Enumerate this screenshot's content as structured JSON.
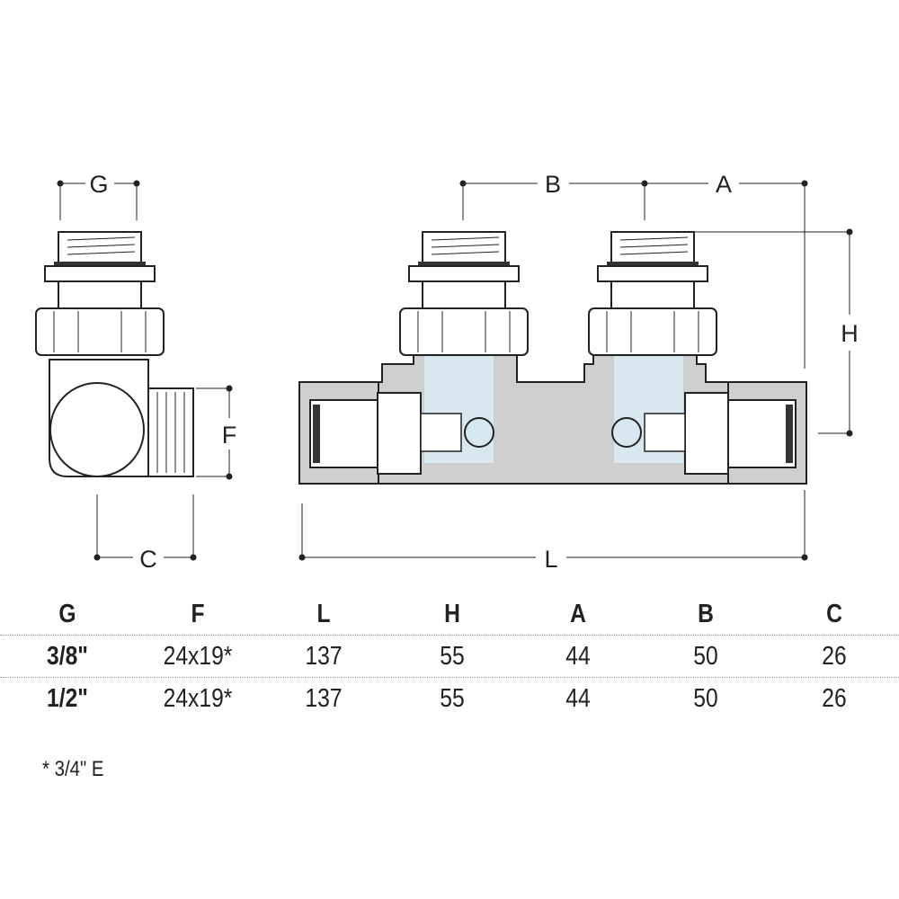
{
  "dimension_labels": {
    "G": "G",
    "B": "B",
    "A": "A",
    "H": "H",
    "F": "F",
    "C": "C",
    "L": "L"
  },
  "table": {
    "headers": [
      "G",
      "F",
      "L",
      "H",
      "A",
      "B",
      "C"
    ],
    "rows": [
      [
        "3/8\"",
        "24x19*",
        "137",
        "55",
        "44",
        "50",
        "26"
      ],
      [
        "1/2\"",
        "24x19*",
        "137",
        "55",
        "44",
        "50",
        "26"
      ]
    ]
  },
  "footnote": "* 3/4\" E",
  "colors": {
    "body_gray": "#cfcfd0",
    "water_blue": "#d7e8f0",
    "line": "#222222"
  }
}
